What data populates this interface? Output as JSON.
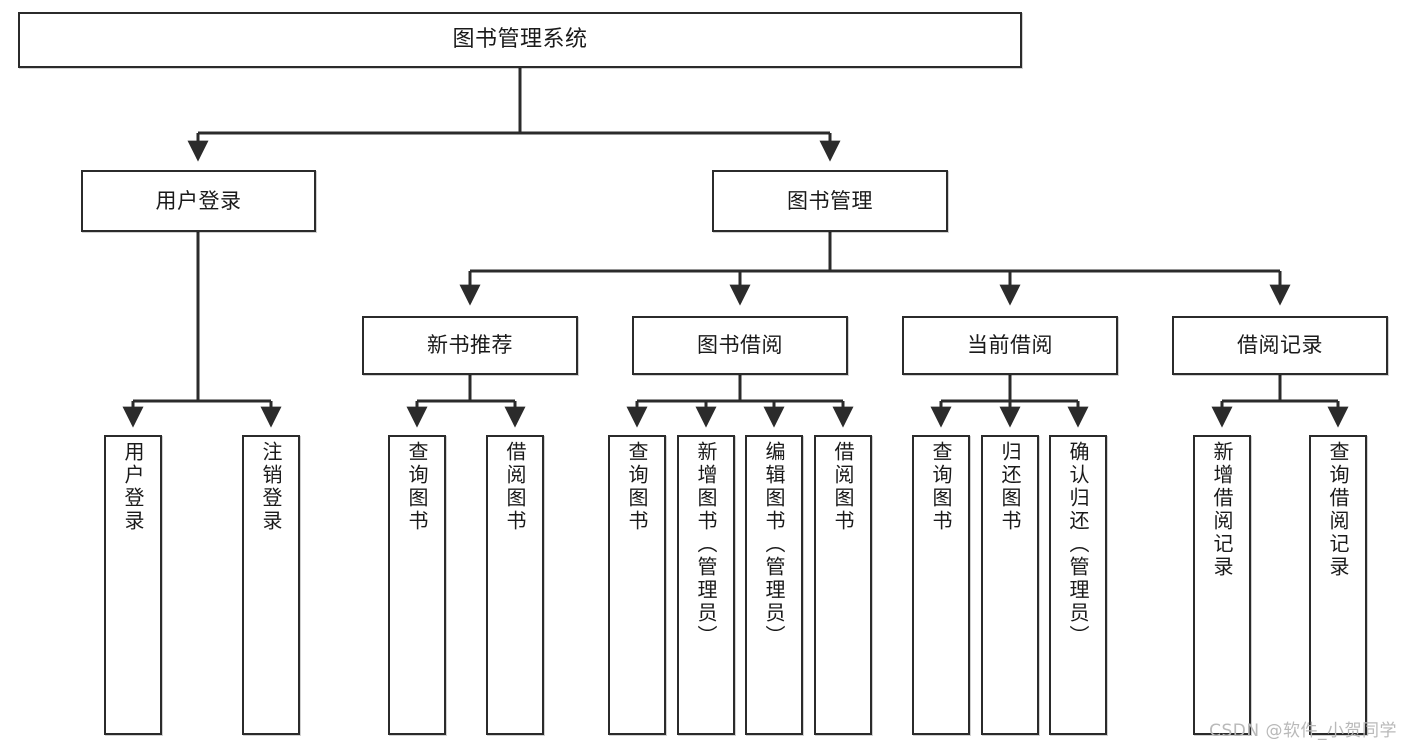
{
  "diagram": {
    "title": "图书管理系统",
    "watermark": "CSDN @软件_小贺同学",
    "line_color": "#2b2b2b",
    "box_fill": "#ffffff",
    "text_color": "#1a1a1a",
    "watermark_color": "#b9b9b9",
    "type": "tree",
    "levels": 4
  },
  "nodes": {
    "root": {
      "label": "图书管理系统"
    },
    "level2": [
      {
        "id": "user-login",
        "label": "用户登录"
      },
      {
        "id": "book-manage",
        "label": "图书管理"
      }
    ],
    "level3": [
      {
        "id": "new-book-recommend",
        "label": "新书推荐"
      },
      {
        "id": "book-borrow",
        "label": "图书借阅"
      },
      {
        "id": "current-borrow",
        "label": "当前借阅"
      },
      {
        "id": "borrow-record",
        "label": "借阅记录"
      }
    ],
    "leaves": {
      "user_login": [
        {
          "id": "leaf-user-login",
          "label": "用户登录"
        },
        {
          "id": "leaf-logout-login",
          "label": "注销登录"
        }
      ],
      "new_book_recommend": [
        {
          "id": "leaf-query-book-1",
          "label": "查询图书"
        },
        {
          "id": "leaf-borrow-book-1",
          "label": "借阅图书"
        }
      ],
      "book_borrow": [
        {
          "id": "leaf-query-book-2",
          "label": "查询图书"
        },
        {
          "id": "leaf-add-book",
          "label": "新增图书（管理员）"
        },
        {
          "id": "leaf-edit-book",
          "label": "编辑图书（管理员）"
        },
        {
          "id": "leaf-borrow-book-2",
          "label": "借阅图书"
        }
      ],
      "current_borrow": [
        {
          "id": "leaf-query-book-3",
          "label": "查询图书"
        },
        {
          "id": "leaf-return-book",
          "label": "归还图书"
        },
        {
          "id": "leaf-confirm-return",
          "label": "确认归还（管理员）"
        }
      ],
      "borrow_record": [
        {
          "id": "leaf-add-record",
          "label": "新增借阅记录"
        },
        {
          "id": "leaf-query-record",
          "label": "查询借阅记录"
        }
      ]
    }
  }
}
